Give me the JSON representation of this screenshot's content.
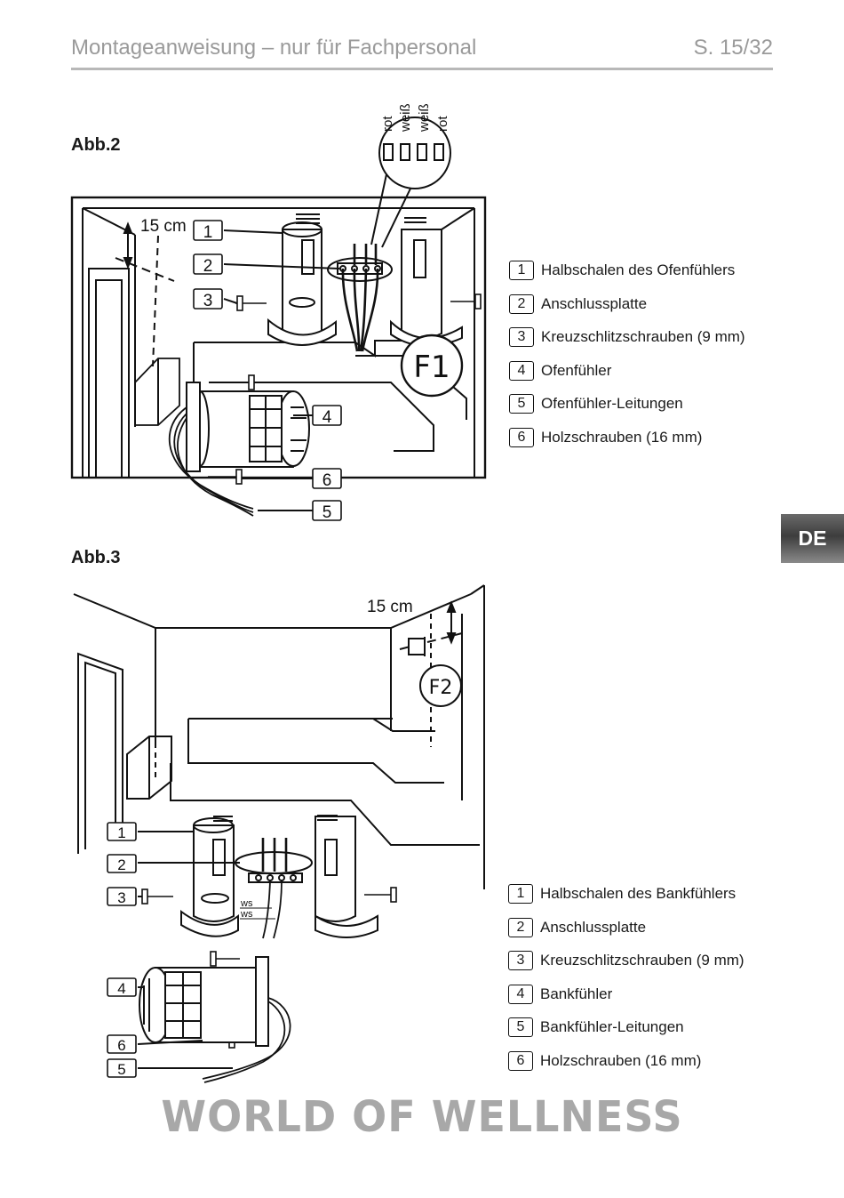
{
  "header": {
    "title": "Montageanweisung – nur für Fachpersonal",
    "page": "S. 15/32"
  },
  "fig2": {
    "label": "Abb.2",
    "distance": "15 cm",
    "wire_colors": [
      "rot",
      "weiß",
      "weiß",
      "rot"
    ],
    "sensor_mark": "F1",
    "callouts": [
      "1",
      "2",
      "3",
      "4",
      "6",
      "5"
    ],
    "legend": [
      {
        "num": "1",
        "text": "Halbschalen des Ofenfühlers"
      },
      {
        "num": "2",
        "text": "Anschlussplatte"
      },
      {
        "num": "3",
        "text": "Kreuzschlitzschrauben (9 mm)"
      },
      {
        "num": "4",
        "text": "Ofenfühler"
      },
      {
        "num": "5",
        "text": "Ofenfühler-Leitungen"
      },
      {
        "num": "6",
        "text": "Holzschrauben (16 mm)"
      }
    ]
  },
  "fig3": {
    "label": "Abb.3",
    "distance": "15 cm",
    "sensor_mark": "F2",
    "wire_labels": [
      "ws",
      "ws"
    ],
    "callouts": [
      "1",
      "2",
      "3",
      "4",
      "6",
      "5"
    ],
    "legend": [
      {
        "num": "1",
        "text": "Halbschalen des Bankfühlers"
      },
      {
        "num": "2",
        "text": "Anschlussplatte"
      },
      {
        "num": "3",
        "text": "Kreuzschlitzschrauben (9 mm)"
      },
      {
        "num": "4",
        "text": "Bankfühler"
      },
      {
        "num": "5",
        "text": "Bankfühler-Leitungen"
      },
      {
        "num": "6",
        "text": "Holzschrauben (16 mm)"
      }
    ]
  },
  "side_tab": "DE",
  "brand": "WORLD OF WELLNESS"
}
